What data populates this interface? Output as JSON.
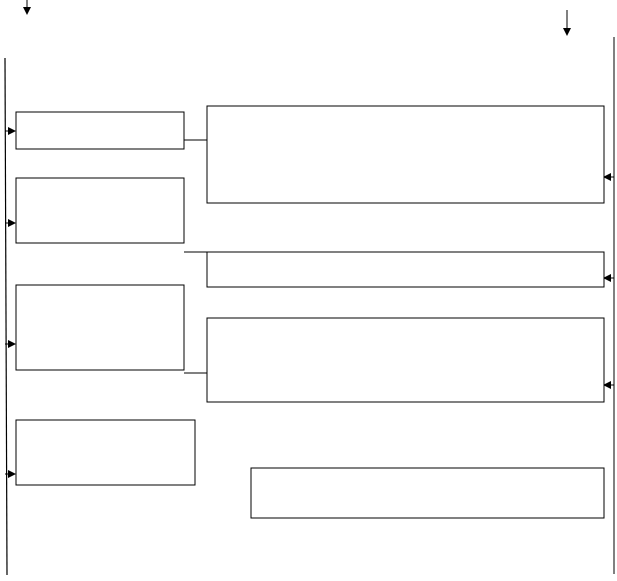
{
  "diagram": {
    "line_color": "#000000",
    "background_color": "#ffffff",
    "left_boxes": [
      {
        "id": "left-box-1",
        "text": ""
      },
      {
        "id": "left-box-2",
        "text": ""
      },
      {
        "id": "left-box-3",
        "text": ""
      },
      {
        "id": "left-box-4",
        "text": ""
      }
    ],
    "right_boxes": [
      {
        "id": "right-box-1",
        "text": ""
      },
      {
        "id": "right-box-2",
        "text": ""
      },
      {
        "id": "right-box-3",
        "text": ""
      },
      {
        "id": "right-box-4",
        "text": ""
      }
    ],
    "arrow_directions": {
      "top_left": "down",
      "top_right": "down",
      "left_rail": "right",
      "right_rail": "left"
    }
  }
}
